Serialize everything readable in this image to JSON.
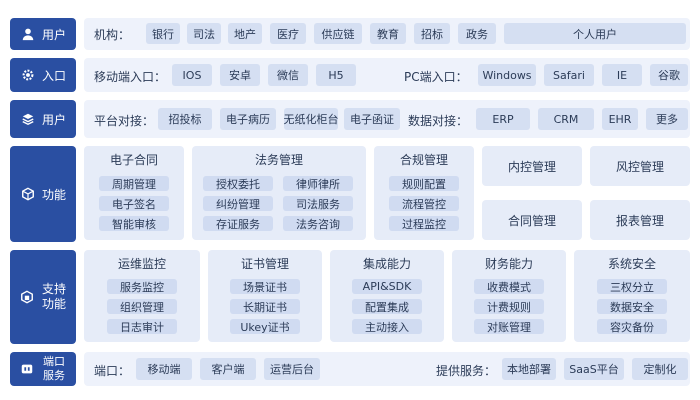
{
  "rows": {
    "user": {
      "label": "用户",
      "title": "机构：",
      "tags": [
        "银行",
        "司法",
        "地产",
        "医疗",
        "供应链",
        "教育",
        "招标",
        "政务"
      ],
      "wide_tag": "个人用户"
    },
    "entry": {
      "label": "入口",
      "mobile_title": "移动端入口：",
      "mobile": [
        "IOS",
        "安卓",
        "微信",
        "H5"
      ],
      "pc_title": "PC端入口：",
      "pc": [
        "Windows",
        "Safari",
        "IE",
        "谷歌"
      ]
    },
    "integration": {
      "label": "用户",
      "platform_title": "平台对接：",
      "platform": [
        "招投标",
        "电子病历",
        "无纸化柜台",
        "电子函证"
      ],
      "data_title": "数据对接：",
      "data": [
        "ERP",
        "CRM",
        "EHR",
        "更多"
      ]
    },
    "function": {
      "label": "功能",
      "cards": [
        {
          "title": "电子合同",
          "items": [
            "周期管理",
            "电子签名",
            "智能审核"
          ]
        },
        {
          "title": "法务管理",
          "items": [
            "授权委托",
            "律师律所",
            "纠纷管理",
            "司法服务",
            "存证服务",
            "法务咨询"
          ]
        },
        {
          "title": "合规管理",
          "items": [
            "规则配置",
            "流程管控",
            "过程监控"
          ]
        }
      ],
      "solo": [
        "内控管理",
        "风控管理",
        "合同管理",
        "报表管理"
      ]
    },
    "support": {
      "label": "支持功能",
      "cards": [
        {
          "title": "运维监控",
          "items": [
            "服务监控",
            "组织管理",
            "日志审计"
          ]
        },
        {
          "title": "证书管理",
          "items": [
            "场景证书",
            "长期证书",
            "Ukey证书"
          ]
        },
        {
          "title": "集成能力",
          "items": [
            "API&SDK",
            "配置集成",
            "主动接入"
          ]
        },
        {
          "title": "财务能力",
          "items": [
            "收费模式",
            "计费规则",
            "对账管理"
          ]
        },
        {
          "title": "系统安全",
          "items": [
            "三权分立",
            "数据安全",
            "容灾备份"
          ]
        }
      ]
    },
    "ports": {
      "label": "端口服务",
      "title": "端口：",
      "ports": [
        "移动端",
        "客户端",
        "运营后台"
      ],
      "service_title": "提供服务：",
      "services": [
        "本地部署",
        "SaaS平台",
        "定制化"
      ]
    }
  }
}
